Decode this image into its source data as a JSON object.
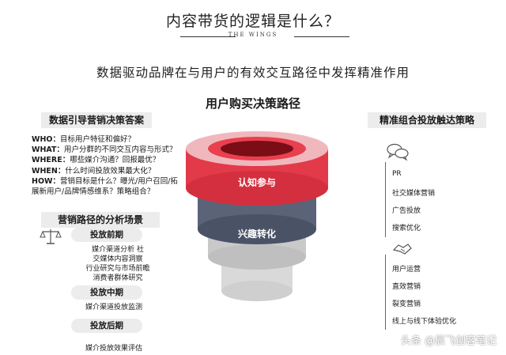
{
  "header": {
    "title": "内容带货的逻辑是什么？",
    "brand": "THE WINGS",
    "subtitle": "数据驱动品牌在与用户的有效交互路径中发挥精准作用"
  },
  "funnel": {
    "title": "用户购买决策路径",
    "layers": [
      {
        "label": "认知参与",
        "color": "#e8404e"
      },
      {
        "label": "兴趣转化",
        "color": "#5a6378"
      },
      {
        "label": "",
        "color": "#c8c8c8"
      },
      {
        "label": "",
        "color": "#d6d6d6"
      }
    ]
  },
  "left": {
    "answers_header": "数据引导营销决策答案",
    "qa": [
      {
        "key": "WHO：",
        "text": "目标用户特征和偏好？"
      },
      {
        "key": "WHAT：",
        "text": "用户分群的不同交互内容与形式？"
      },
      {
        "key": "WHERE：",
        "text": "哪些媒介沟通？回报最优？"
      },
      {
        "key": "WHEN：",
        "text": "什么时间投放效果最大化？"
      },
      {
        "key": "HOW：",
        "text": "营销目标是什么？曝光/用户召回/拓展新用户/品牌情感维系？策略组合？"
      }
    ],
    "scenes_header": "营销路径的分析场景",
    "phases": [
      {
        "label": "投放前期",
        "items": [
          "媒介渠道分析 社",
          "交媒体内容洞察",
          "行业研究与市场前瞻",
          "消费者群体研究"
        ]
      },
      {
        "label": "投放中期",
        "items": [
          "媒介渠道投放监测"
        ]
      },
      {
        "label": "投放后期",
        "items": [
          "媒介投放效果评估"
        ]
      }
    ]
  },
  "right": {
    "header": "精准组合投放触达策略",
    "group1": [
      "PR",
      "社交媒体营销",
      "广告投放",
      "搜索优化"
    ],
    "group2": [
      "用户运营",
      "直效营销",
      "裂变营销",
      "线上与线下体验优化"
    ]
  },
  "watermark": "头条 @辰飞创客笔记"
}
